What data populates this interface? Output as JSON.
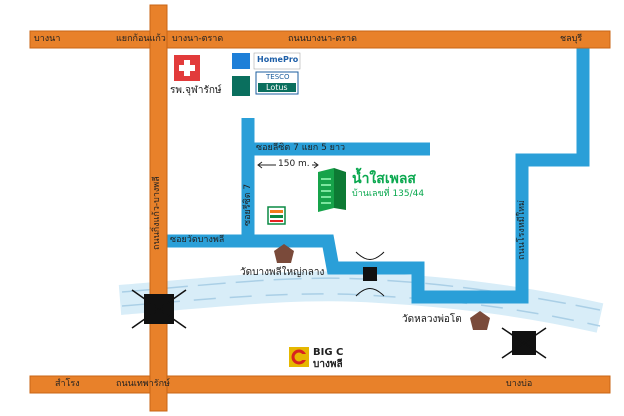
{
  "map": {
    "colors": {
      "main_road": "#e8812a",
      "soi_road": "#2a9fd8",
      "canal": "#cfe8f5",
      "building": "#16a34a",
      "temple": "#7a4a3a",
      "junction": "#111111"
    },
    "roads": {
      "top_left_end": "บางนา",
      "top_junction": "แยกก้อนแก้ว",
      "top_road": "บางนา-ตราด",
      "top_road_2": "ถนนบางนา-ตราด",
      "top_right_end": "ชลบุรี",
      "left_vertical": "ถนนกิ่งแก้ว-บางพลี",
      "bottom_left_end": "สำโรง",
      "bottom_road": "ถนนเทพารักษ์",
      "bottom_right_end": "บางบ่อ",
      "right_vertical": "ถนนโรงหมีใหม่",
      "soi_top": "ซอยลีซิต 7 แยก 5 ยาว",
      "soi_left_vertical": "ซอยรีซิต 7",
      "soi_bottom": "ซอยวัดบางพลี"
    },
    "landmarks": {
      "hospital": "รพ.จุฬารักษ์",
      "homepro": "HomePro",
      "tesco_top": "TESCO",
      "tesco_bottom": "Lotus",
      "distance": "150 m.",
      "property_name": "น้ำใสเพลส",
      "property_address": "บ้านเลขที่ 135/44",
      "temple_1": "วัดบางพลีใหญ่กลาง",
      "temple_2": "วัดหลวงพ่อโต",
      "bigc_brand": "BIG C",
      "bigc_branch": "บางพลี"
    },
    "icons": [
      "hospital-cross-icon",
      "homepro-logo-icon",
      "tesco-lotus-logo-icon",
      "seven-eleven-icon",
      "building-icon",
      "temple-icon",
      "bigc-logo-icon",
      "junction-marker-icon",
      "bridge-icon"
    ]
  }
}
